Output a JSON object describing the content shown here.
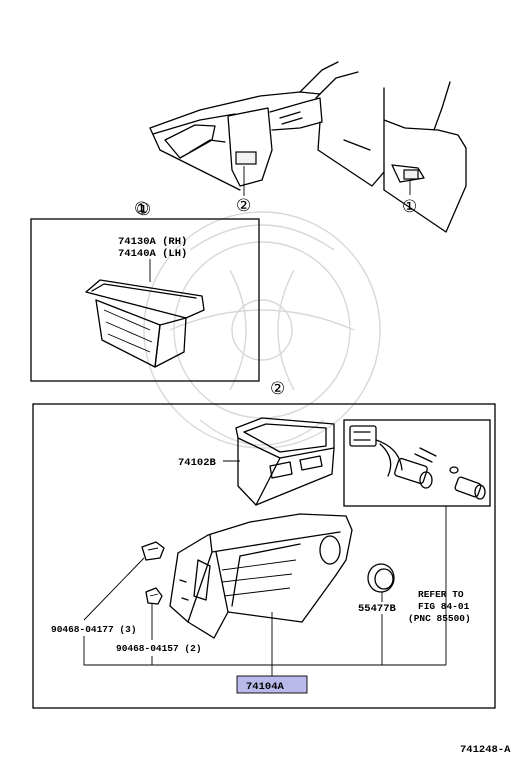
{
  "callouts": {
    "ref1_top": "①",
    "ref2_top": "②",
    "ref1_right": "①",
    "ref1_box": "①",
    "ref2_box": "②"
  },
  "box1": {
    "part_rh": "74130A (RH)",
    "part_lh": "74140A (LH)"
  },
  "box2": {
    "part_upper_box": "74102B",
    "part_bezel": "55477B",
    "screw_1": "90468-04177 (3)",
    "screw_2": "90468-04157 (2)",
    "refer_line1": "REFER TO",
    "refer_line2": "FIG 84-01",
    "refer_line3": "(PNC 85500)",
    "assembly": "74104A"
  },
  "figure_code": "741248-A",
  "colors": {
    "highlight": "#b9b9ea",
    "line": "#000000",
    "watermark": "#d8d8d8"
  }
}
